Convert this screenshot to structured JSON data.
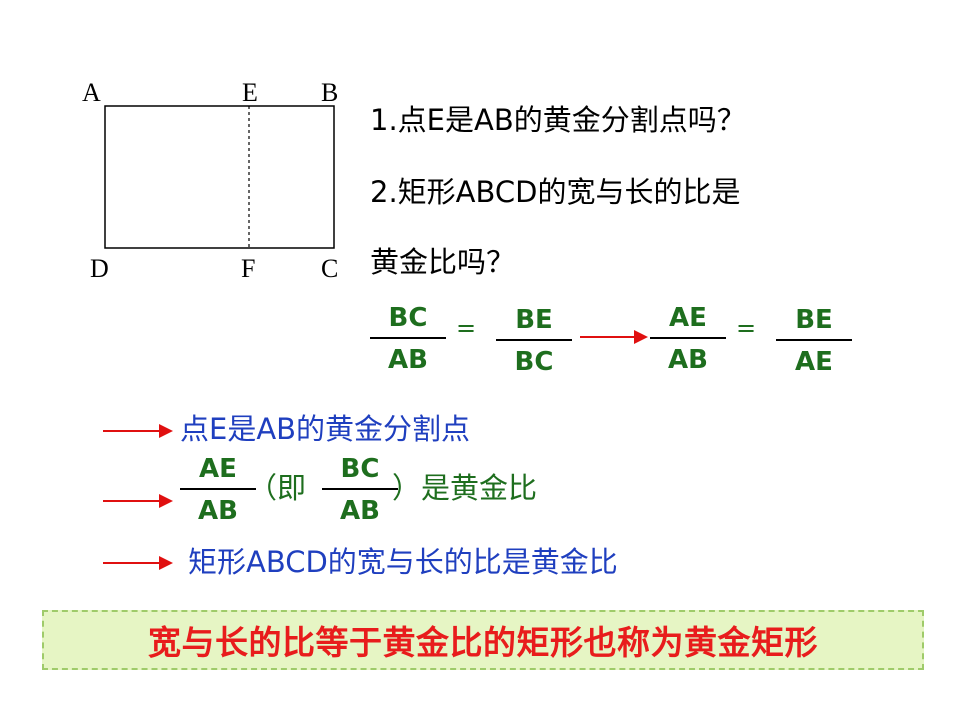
{
  "diagram": {
    "labels": {
      "A": "A",
      "E": "E",
      "B": "B",
      "D": "D",
      "F": "F",
      "C": "C"
    }
  },
  "questions": {
    "q1": "1.点E是AB的黄金分割点吗？",
    "q2_line1": "2.矩形ABCD的宽与长的比是",
    "q2_line2": "黄金比吗？"
  },
  "equation": {
    "f1": {
      "num": "BC",
      "den": "AB"
    },
    "eq1": "=",
    "f2": {
      "num": "BE",
      "den": "BC"
    },
    "f3": {
      "num": "AE",
      "den": "AB"
    },
    "eq2": "=",
    "f4": {
      "num": "BE",
      "den": "AE"
    }
  },
  "conclusions": {
    "c1": "点E是AB的黄金分割点",
    "c2_open": "（即",
    "c2_close": "）是黄金比",
    "c2_f1": {
      "num": "AE",
      "den": "AB"
    },
    "c2_f2": {
      "num": "BC",
      "den": "AB"
    },
    "c3": "矩形ABCD的宽与长的比是黄金比"
  },
  "banner": {
    "text": "宽与长的比等于黄金比的矩形也称为黄金矩形"
  },
  "colors": {
    "arrow": "#e01010",
    "conclusion_blue": "#1f3fbf",
    "fraction_green": "#1e6e1e",
    "banner_bg": "#e6f5c4",
    "banner_text": "#e81c1c"
  }
}
